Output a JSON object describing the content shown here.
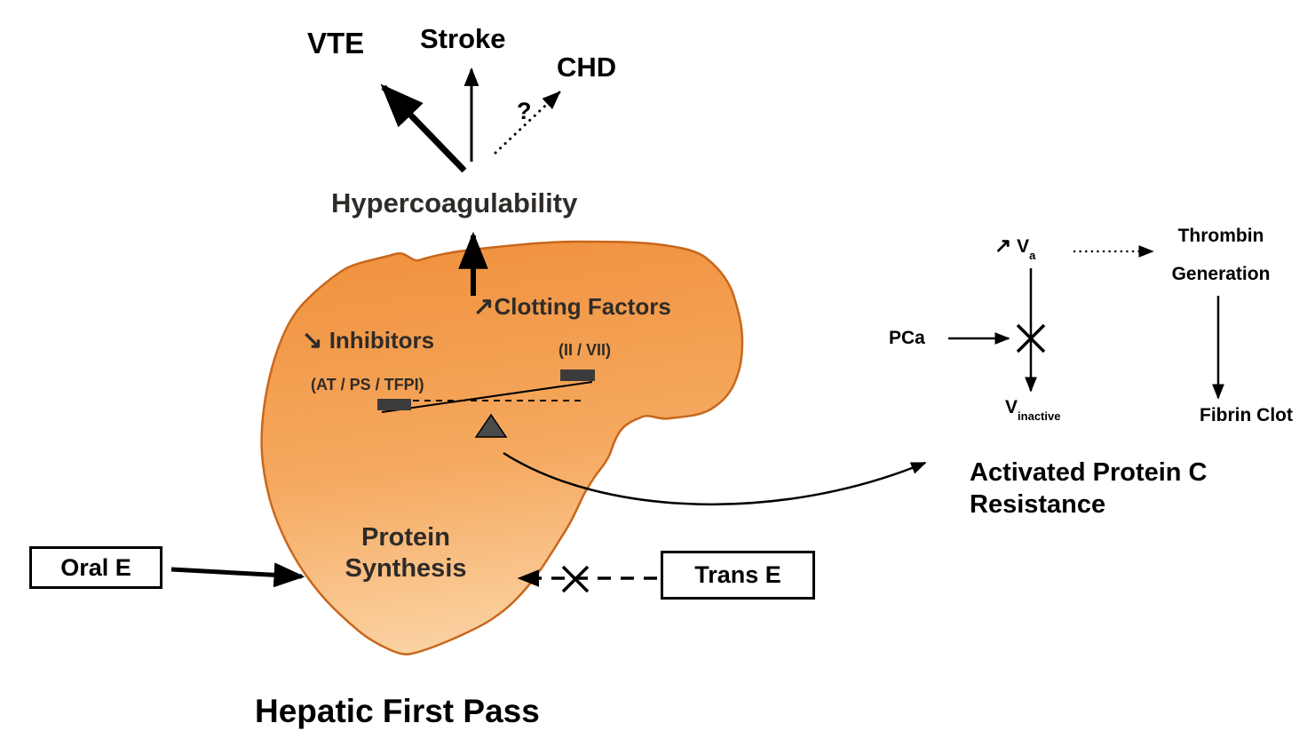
{
  "diagram": {
    "title": "Hepatic First Pass",
    "outcomes": {
      "vte": "VTE",
      "stroke": "Stroke",
      "chd": "CHD",
      "uncertainty": "?"
    },
    "hypercoagulability": "Hypercoagulability",
    "liver": {
      "clotting_arrow": "↗",
      "clotting_factors": "Clotting Factors",
      "clotting_detail": "(II / VII)",
      "inhibitors_arrow": "↘",
      "inhibitors": "Inhibitors",
      "inhibitors_detail": "(AT / PS / TFPI)",
      "protein_line1": "Protein",
      "protein_line2": "Synthesis"
    },
    "estrogens": {
      "oral": "Oral E",
      "transdermal": "Trans E"
    },
    "apc_pathway": {
      "increase_arrow": "↗",
      "factor_v_base": "V",
      "factor_v_sub": "a",
      "thrombin_line1": "Thrombin",
      "thrombin_line2": "Generation",
      "pca": "PCa",
      "v_inactive_base": "V",
      "v_inactive_sub": "inactive",
      "fibrin_clot": "Fibrin Clot",
      "label_line1": "Activated Protein C",
      "label_line2": "Resistance"
    },
    "colors": {
      "liver_fill_dark": "#f0913e",
      "liver_fill_mid": "#f5a95f",
      "liver_fill_light": "#fbd3a4",
      "liver_stroke": "#c8671c",
      "ink": "#000000",
      "dark_ink": "#2e2b28"
    }
  }
}
